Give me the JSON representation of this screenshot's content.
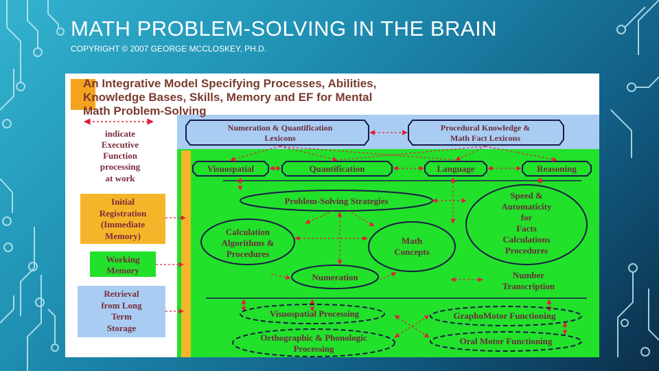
{
  "slide": {
    "title": "MATH PROBLEM-SOLVING IN THE BRAIN",
    "subtitle": "COPYRIGHT © 2007 GEORGE MCCLOSKEY, PH.D."
  },
  "diagram": {
    "heading": {
      "line1": "An Integrative Model Specifying Processes, Abilities,",
      "line2": "Knowledge Bases, Skills, Memory and EF for Mental",
      "line3": "Math Problem-Solving"
    },
    "legend": {
      "ef": [
        "indicate",
        "Executive",
        "Function",
        "processing",
        "at work"
      ],
      "initial_registration": [
        "Initial",
        "Registration",
        "(Immediate",
        "Memory)"
      ],
      "working_memory": [
        "Working",
        "Memory"
      ],
      "retrieval": [
        "Retrieval",
        "from Long",
        "Term",
        "Storage"
      ]
    },
    "lexicons": {
      "numeration": [
        "Numeration & Quantification",
        "Lexicons"
      ],
      "procedural": [
        "Procedural Knowledge &",
        "Math Fact Lexicons"
      ]
    },
    "abilities": {
      "visuospatial": "Visuospatial",
      "quantification": "Quantification",
      "language": "Language",
      "reasoning": "Reasoning"
    },
    "skills": {
      "problem_solving": "Problem-Solving Strategies",
      "calculation": [
        "Calculation",
        "Algorithms &",
        "Procedures"
      ],
      "math_concepts": [
        "Math",
        "Concepts"
      ],
      "numeration": "Numeration",
      "speed": [
        "Speed &",
        "Automaticity",
        "for",
        "Facts",
        "Calculations",
        "Procedures"
      ],
      "number_transcription": [
        "Number",
        "Transcription"
      ]
    },
    "processes": {
      "visuospatial_processing": "Visuospatial Processing",
      "graphomotor": "GraphoMotor Functioning",
      "orthographic": [
        "Orthographic & Phonologic",
        "Processing"
      ],
      "oral_motor": "Oral Motor Functioning"
    },
    "colors": {
      "green": "#22e12a",
      "blue": "#a9cdf2",
      "orange": "#f5b52a",
      "brand_text": "#6a2a3a",
      "ef_arrow": "#e0203a"
    }
  }
}
